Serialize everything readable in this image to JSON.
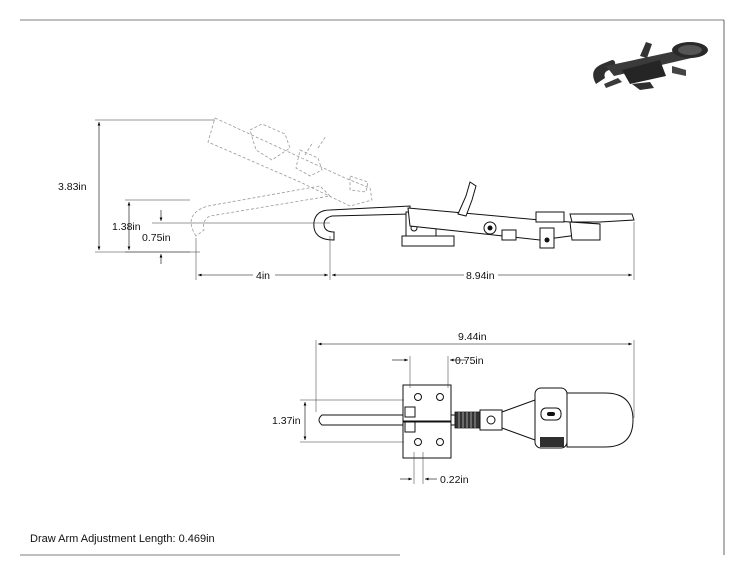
{
  "drawing": {
    "side_view": {
      "dims": {
        "height_total": "3.83in",
        "height_mid": "1.38in",
        "height_low": "0.75in",
        "length_travel": "4in",
        "length_total": "8.94in"
      }
    },
    "top_view": {
      "dims": {
        "length_total": "9.44in",
        "hole_spacing": "0.75in",
        "width": "1.37in",
        "offset": "0.22in"
      }
    },
    "note": "Draw Arm Adjustment Length: 0.469in"
  },
  "colors": {
    "line": "#111111",
    "ghost": "#9a9a9a",
    "shade": "#2f2f2f"
  }
}
